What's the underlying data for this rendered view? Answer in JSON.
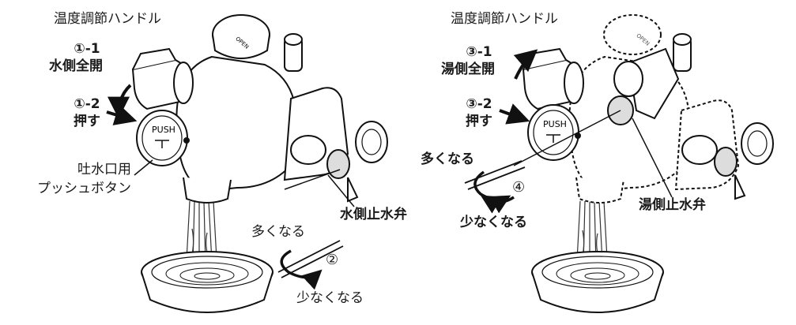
{
  "left": {
    "handle_label": "温度調節ハンドル",
    "step1_num": "①-1",
    "step1_text": "水側全開",
    "step2_num": "①-2",
    "step2_text": "押す",
    "push_text": "PUSH",
    "open_text": "OPEN",
    "button_label_1": "吐水口用",
    "button_label_2": "プッシュボタン",
    "valve_label": "水側止水弁",
    "more_text": "多くなる",
    "less_text": "少なくなる",
    "step_marker": "②"
  },
  "right": {
    "handle_label": "温度調節ハンドル",
    "step1_num": "③-1",
    "step1_text": "湯側全開",
    "step2_num": "③-2",
    "step2_text": "押す",
    "push_text": "PUSH",
    "open_text": "OPEN",
    "more_text": "多くなる",
    "less_text": "少なくなる",
    "step_marker": "④",
    "valve_label": "湯側止水弁"
  }
}
